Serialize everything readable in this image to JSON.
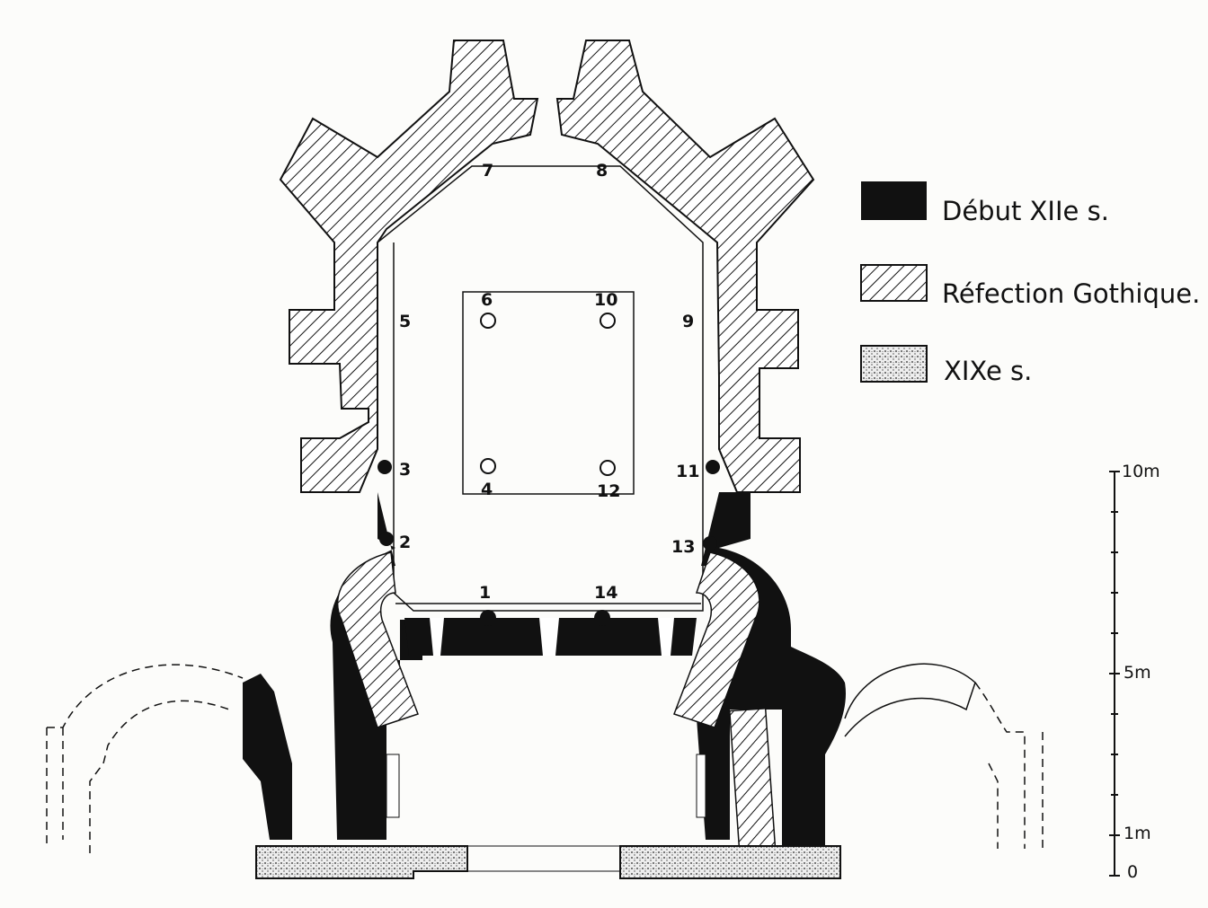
{
  "legend": {
    "items": [
      {
        "label": "Début XIIe s.",
        "fill": "black"
      },
      {
        "label": "Réfection Gothique.",
        "fill": "hatched"
      },
      {
        "label": "XIXe s.",
        "fill": "stippled"
      }
    ]
  },
  "scale": {
    "labels": [
      "10m",
      "5m",
      "1m",
      "0"
    ]
  },
  "pillar_numbers": [
    "1",
    "2",
    "3",
    "4",
    "5",
    "6",
    "7",
    "8",
    "9",
    "10",
    "11",
    "12",
    "13",
    "14"
  ],
  "colors": {
    "ink": "#111111",
    "paper": "#fcfcfa"
  }
}
